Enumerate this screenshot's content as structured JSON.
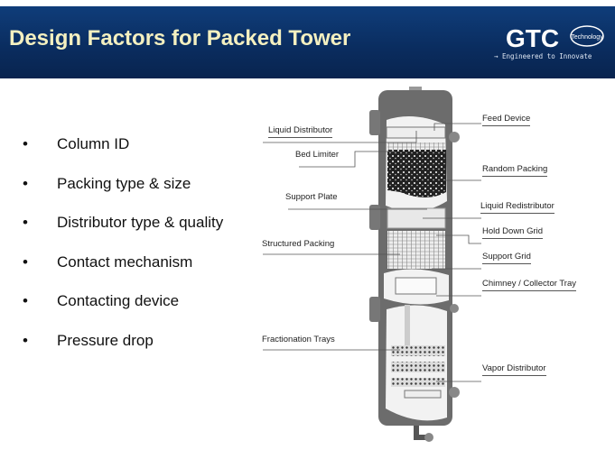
{
  "header": {
    "title": "Design Factors for Packed Tower",
    "logo_text": "GTC",
    "logo_badge": "Technology",
    "tagline": "→ Engineered to Innovate"
  },
  "bullets": [
    "Column ID",
    "Packing type & size",
    "Distributor type & quality",
    "Contact mechanism",
    "Contacting device",
    "Pressure drop"
  ],
  "diagram": {
    "left_labels": [
      "Liquid Distributor",
      "Bed Limiter",
      "Support Plate",
      "Structured Packing",
      "Fractionation Trays"
    ],
    "right_labels": [
      "Feed Device",
      "Random Packing",
      "Liquid Redistributor",
      "Hold Down Grid",
      "Support Grid",
      "Chimney / Collector Tray",
      "Vapor Distributor"
    ]
  }
}
